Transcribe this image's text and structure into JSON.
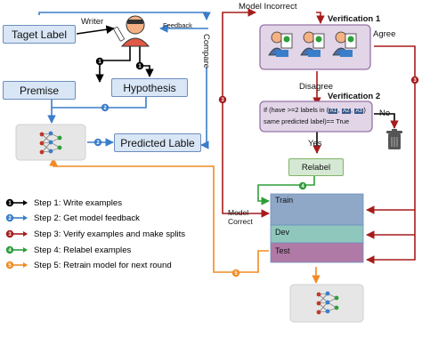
{
  "nodes": {
    "target_label": "Taget Label",
    "premise": "Premise",
    "hypothesis": "Hypothesis",
    "predicted_label": "Predicted Lable",
    "relabel": "Relabel",
    "train": "Train",
    "dev": "Dev",
    "test": "Test"
  },
  "labels": {
    "writer": "Writer",
    "feedback": "Feedback",
    "compare": "Compare",
    "model_incorrect": "Model Incorrect",
    "verification1": "Verification 1",
    "verification2": "Verification 2",
    "agree": "Agree",
    "disagree": "Disagree",
    "yes": "Yes",
    "no": "No",
    "model_correct_line1": "Model",
    "model_correct_line2": "Correct",
    "cond_prefix": "If (have >=2 labels in (",
    "cond_line2": "same predicted label)== True",
    "a1": "A1",
    "a2": "A2",
    "a3": "A3"
  },
  "legend": [
    {
      "num": "1",
      "text": "Step 1: Write examples",
      "color": "#000000"
    },
    {
      "num": "2",
      "text": "Step 2: Get model feedback",
      "color": "#3a7dc9"
    },
    {
      "num": "3",
      "text": "Step 3: Verify examples and make splits",
      "color": "#a61c1c"
    },
    {
      "num": "4",
      "text": "Step 4: Relabel examples",
      "color": "#2e9e3a"
    },
    {
      "num": "5",
      "text": "Step 5: Retrain model for next round",
      "color": "#f08a24"
    }
  ],
  "colors": {
    "step1": "#000000",
    "step2": "#3a7dc9",
    "step3": "#a61c1c",
    "step4": "#2e9e3a",
    "step5": "#f08a24",
    "blue_box": "#d9e6f6",
    "verify_box": "#e1d5e7",
    "relabel_box": "#d5e8d4",
    "train": "#8fa8c8",
    "dev": "#8fc7bd",
    "test": "#b07aa6"
  },
  "icons": [
    "writer-icon",
    "annotator-icon",
    "trash-icon",
    "neural-network-icon"
  ]
}
